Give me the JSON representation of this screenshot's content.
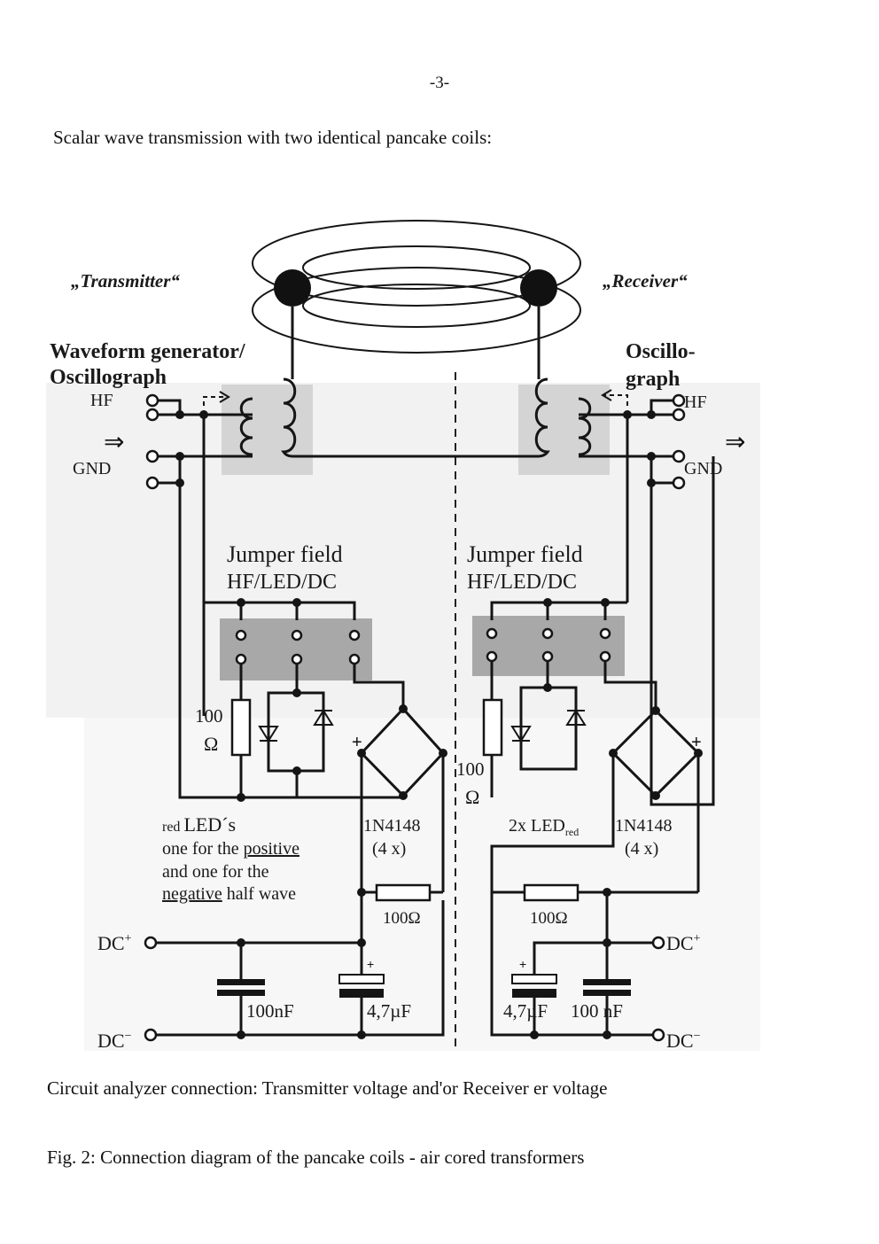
{
  "page": {
    "number": "-3-",
    "intro": "Scalar wave transmission with two identical pancake coils:",
    "caption_connection": "Circuit analyzer connection: Transmitter voltage and'or Receiver er voltage",
    "caption_figure": "Fig. 2: Connection diagram of the pancake coils - air cored transformers"
  },
  "diagram": {
    "transmitter_title": "„Transmitter“",
    "receiver_title": "„Receiver“",
    "left_device_line1": "Waveform generator/",
    "left_device_line2": "Oscillograph",
    "right_device_line1": "Oscillo-",
    "right_device_line2": "graph",
    "hf_label": "HF",
    "gnd_label": "GND",
    "arrow_symbol": "⇒",
    "jumper_line1": "Jumper field",
    "jumper_line2": "HF/LED/DC",
    "resistor_100": "100",
    "ohm": "Ω",
    "plus": "+",
    "red_leds_prefix": "red",
    "red_leds_main": "LED´s",
    "red_leds_line2_a": "one for the ",
    "red_leds_line2_b": "positive",
    "red_leds_line3": "and one for the",
    "red_leds_line4_a": "negative",
    "red_leds_line4_b": " half wave",
    "diode_type": "1N4148",
    "diode_count": "(4 x)",
    "two_led_main": "2x LED",
    "two_led_sub": "red",
    "resistor_100ohm": "100Ω",
    "dc_label": "DC",
    "dc_plus_sup": "+",
    "dc_minus_sup": "−",
    "cap_100nf_left": "100nF",
    "cap_47uf": "4,7µF",
    "cap_100nf_right": "100 nF"
  }
}
